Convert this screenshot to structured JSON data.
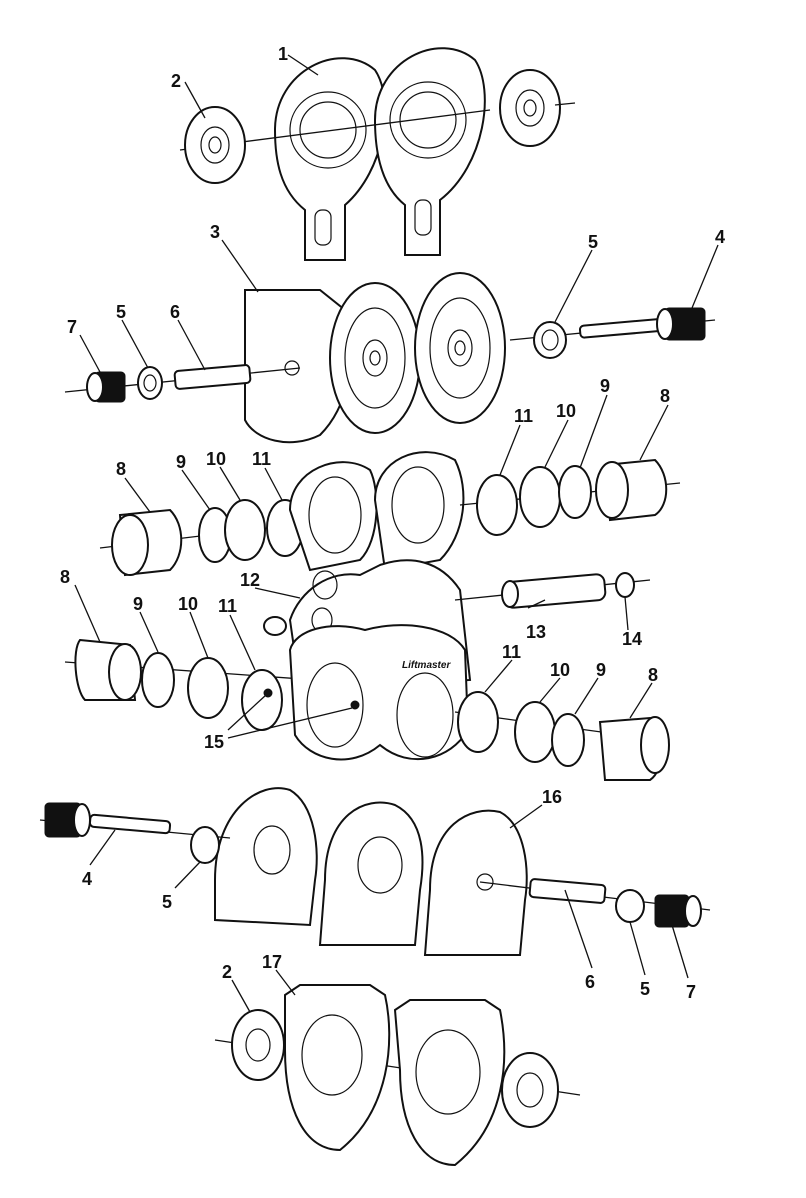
{
  "brand_text": "Liftmaster",
  "callouts": [
    {
      "id": "c1",
      "text": "1"
    },
    {
      "id": "c2a",
      "text": "2"
    },
    {
      "id": "c3",
      "text": "3"
    },
    {
      "id": "c4a",
      "text": "4"
    },
    {
      "id": "c5a",
      "text": "5"
    },
    {
      "id": "c5b",
      "text": "5"
    },
    {
      "id": "c6a",
      "text": "6"
    },
    {
      "id": "c7a",
      "text": "7"
    },
    {
      "id": "c8a",
      "text": "8"
    },
    {
      "id": "c9a",
      "text": "9"
    },
    {
      "id": "c10a",
      "text": "10"
    },
    {
      "id": "c11a",
      "text": "11"
    },
    {
      "id": "c8b",
      "text": "8"
    },
    {
      "id": "c9b",
      "text": "9"
    },
    {
      "id": "c10b",
      "text": "10"
    },
    {
      "id": "c11b",
      "text": "11"
    },
    {
      "id": "c12",
      "text": "12"
    },
    {
      "id": "c13",
      "text": "13"
    },
    {
      "id": "c14",
      "text": "14"
    },
    {
      "id": "c8c",
      "text": "8"
    },
    {
      "id": "c9c",
      "text": "9"
    },
    {
      "id": "c10c",
      "text": "10"
    },
    {
      "id": "c11c",
      "text": "11"
    },
    {
      "id": "c11d",
      "text": "11"
    },
    {
      "id": "c10d",
      "text": "10"
    },
    {
      "id": "c9d",
      "text": "9"
    },
    {
      "id": "c8d",
      "text": "8"
    },
    {
      "id": "c15",
      "text": "15"
    },
    {
      "id": "c16",
      "text": "16"
    },
    {
      "id": "c4b",
      "text": "4"
    },
    {
      "id": "c5c",
      "text": "5"
    },
    {
      "id": "c6b",
      "text": "6"
    },
    {
      "id": "c5d",
      "text": "5"
    },
    {
      "id": "c7b",
      "text": "7"
    },
    {
      "id": "c2b",
      "text": "2"
    },
    {
      "id": "c17",
      "text": "17"
    }
  ]
}
